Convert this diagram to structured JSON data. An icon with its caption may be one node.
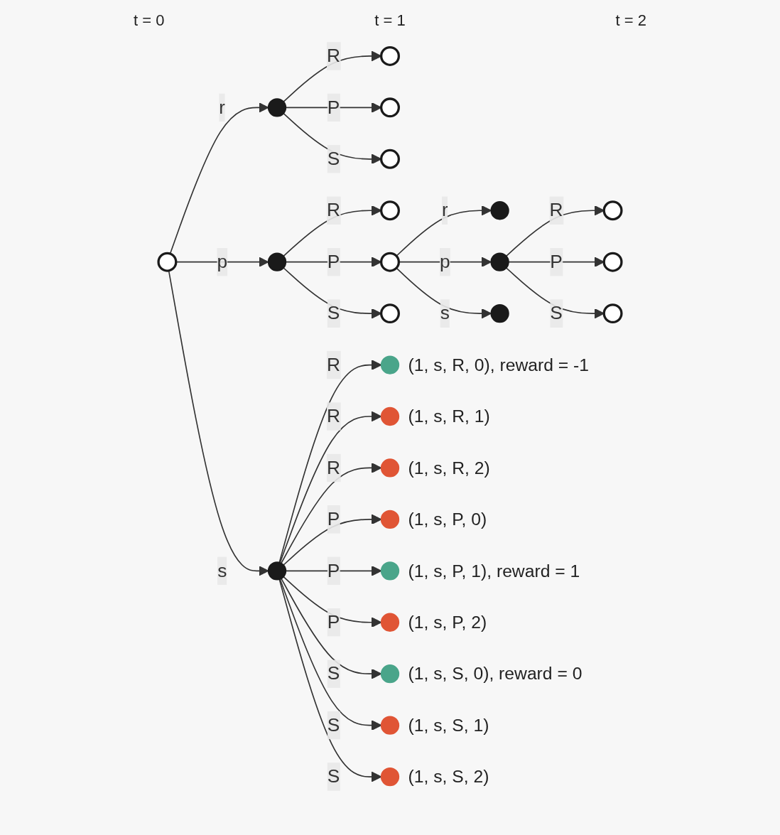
{
  "diagram": {
    "nodes": [
      {
        "text": [],
        "shape": "circle"
      },
      {
        "text": [],
        "shape": "circle"
      },
      {
        "text": [],
        "shape": "circle"
      },
      {
        "text": [],
        "shape": "circle"
      },
      {
        "text": [],
        "shape": "circle"
      },
      {
        "text": [],
        "shape": "circle"
      },
      {
        "text": [],
        "shape": "circle"
      },
      {
        "text": [],
        "shape": "circle"
      },
      {
        "text": [],
        "shape": "circle"
      },
      {
        "text": [],
        "shape": "circle"
      },
      {
        "text": [],
        "shape": "circle"
      },
      {
        "text": [],
        "shape": "circle"
      },
      {
        "text": [],
        "shape": "circle"
      },
      {
        "text": [],
        "shape": "circle"
      },
      {
        "text": [],
        "shape": "circle"
      },
      {
        "text": [],
        "shape": "circle"
      },
      {
        "text": [],
        "shape": "circle",
        "beside": [
          "(1, s, R, 0), reward = -1"
        ]
      },
      {
        "text": [],
        "shape": "circle",
        "beside": [
          "(1, s, R, 1)"
        ]
      },
      {
        "text": [],
        "shape": "circle",
        "beside": [
          "(1, s, R, 2)"
        ]
      },
      {
        "text": [],
        "shape": "circle",
        "beside": [
          "(1, s, P, 0)"
        ]
      },
      {
        "text": [],
        "shape": "circle",
        "beside": [
          "(1, s, P, 1), reward = 1"
        ]
      },
      {
        "text": [],
        "shape": "circle",
        "beside": [
          "(1, s, P, 2)"
        ]
      },
      {
        "text": [],
        "shape": "circle",
        "beside": [
          "(1, s, S, 0), reward = 0"
        ]
      },
      {
        "text": [],
        "shape": "circle",
        "beside": [
          "(1, s, S, 1)"
        ]
      },
      {
        "text": [],
        "shape": "circle",
        "beside": [
          "(1, s, S, 2)"
        ]
      }
    ],
    "edges": [
      {
        "from": 0,
        "to": 1,
        "arrow": "to",
        "label": "r"
      },
      {
        "from": 0,
        "to": 2,
        "arrow": "to",
        "label": "p"
      },
      {
        "from": 0,
        "to": 3,
        "arrow": "to",
        "label": "s"
      },
      {
        "from": 1,
        "to": 4,
        "arrow": "to",
        "label": "R"
      },
      {
        "from": 1,
        "to": 5,
        "arrow": "to",
        "label": "P"
      },
      {
        "from": 1,
        "to": 6,
        "arrow": "to",
        "label": "S"
      },
      {
        "from": 2,
        "to": 7,
        "arrow": "to",
        "label": "R"
      },
      {
        "from": 2,
        "to": 8,
        "arrow": "to",
        "label": "P"
      },
      {
        "from": 2,
        "to": 9,
        "arrow": "to",
        "label": "S"
      },
      {
        "from": 8,
        "to": 10,
        "arrow": "to",
        "label": "r"
      },
      {
        "from": 8,
        "to": 11,
        "arrow": "to",
        "label": "p"
      },
      {
        "from": 8,
        "to": 12,
        "arrow": "to",
        "label": "s"
      },
      {
        "from": 11,
        "to": 13,
        "arrow": "to",
        "label": "R"
      },
      {
        "from": 11,
        "to": 14,
        "arrow": "to",
        "label": "P"
      },
      {
        "from": 11,
        "to": 15,
        "arrow": "to",
        "label": "S"
      },
      {
        "from": 3,
        "to": 16,
        "arrow": "to",
        "label": "R"
      },
      {
        "from": 3,
        "to": 17,
        "arrow": "to",
        "label": "R"
      },
      {
        "from": 3,
        "to": 18,
        "arrow": "to",
        "label": "R"
      },
      {
        "from": 3,
        "to": 19,
        "arrow": "to",
        "label": "P"
      },
      {
        "from": 3,
        "to": 20,
        "arrow": "to",
        "label": "P"
      },
      {
        "from": 3,
        "to": 21,
        "arrow": "to",
        "label": "P"
      },
      {
        "from": 3,
        "to": 22,
        "arrow": "to",
        "label": "S"
      },
      {
        "from": 3,
        "to": 23,
        "arrow": "to",
        "label": "S"
      },
      {
        "from": 3,
        "to": 24,
        "arrow": "to",
        "label": "S"
      }
    ],
    "labels": [
      "t = 0",
      "t = 1",
      "t = 2"
    ]
  }
}
